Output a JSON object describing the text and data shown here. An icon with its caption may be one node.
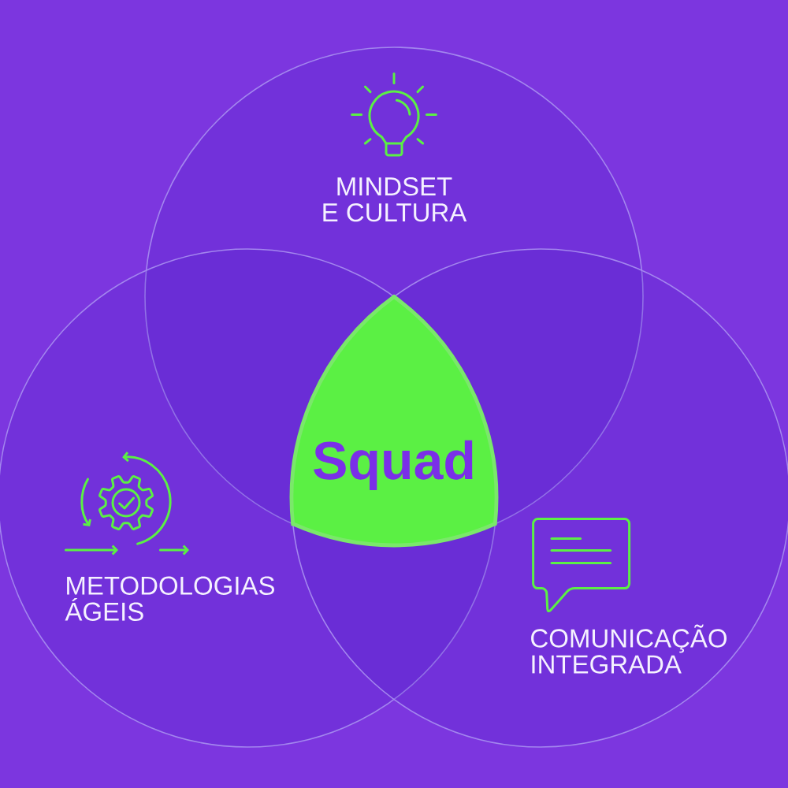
{
  "diagram": {
    "nodes": [
      {
        "text": [
          "MINDSET E CULTURA"
        ]
      },
      {
        "text": [
          "Squad"
        ]
      },
      {
        "text": [
          "METODOLOGIAS ÁGEIS"
        ]
      },
      {
        "text": [
          "COMUNICAÇÃO INTEGRADA"
        ]
      }
    ]
  }
}
